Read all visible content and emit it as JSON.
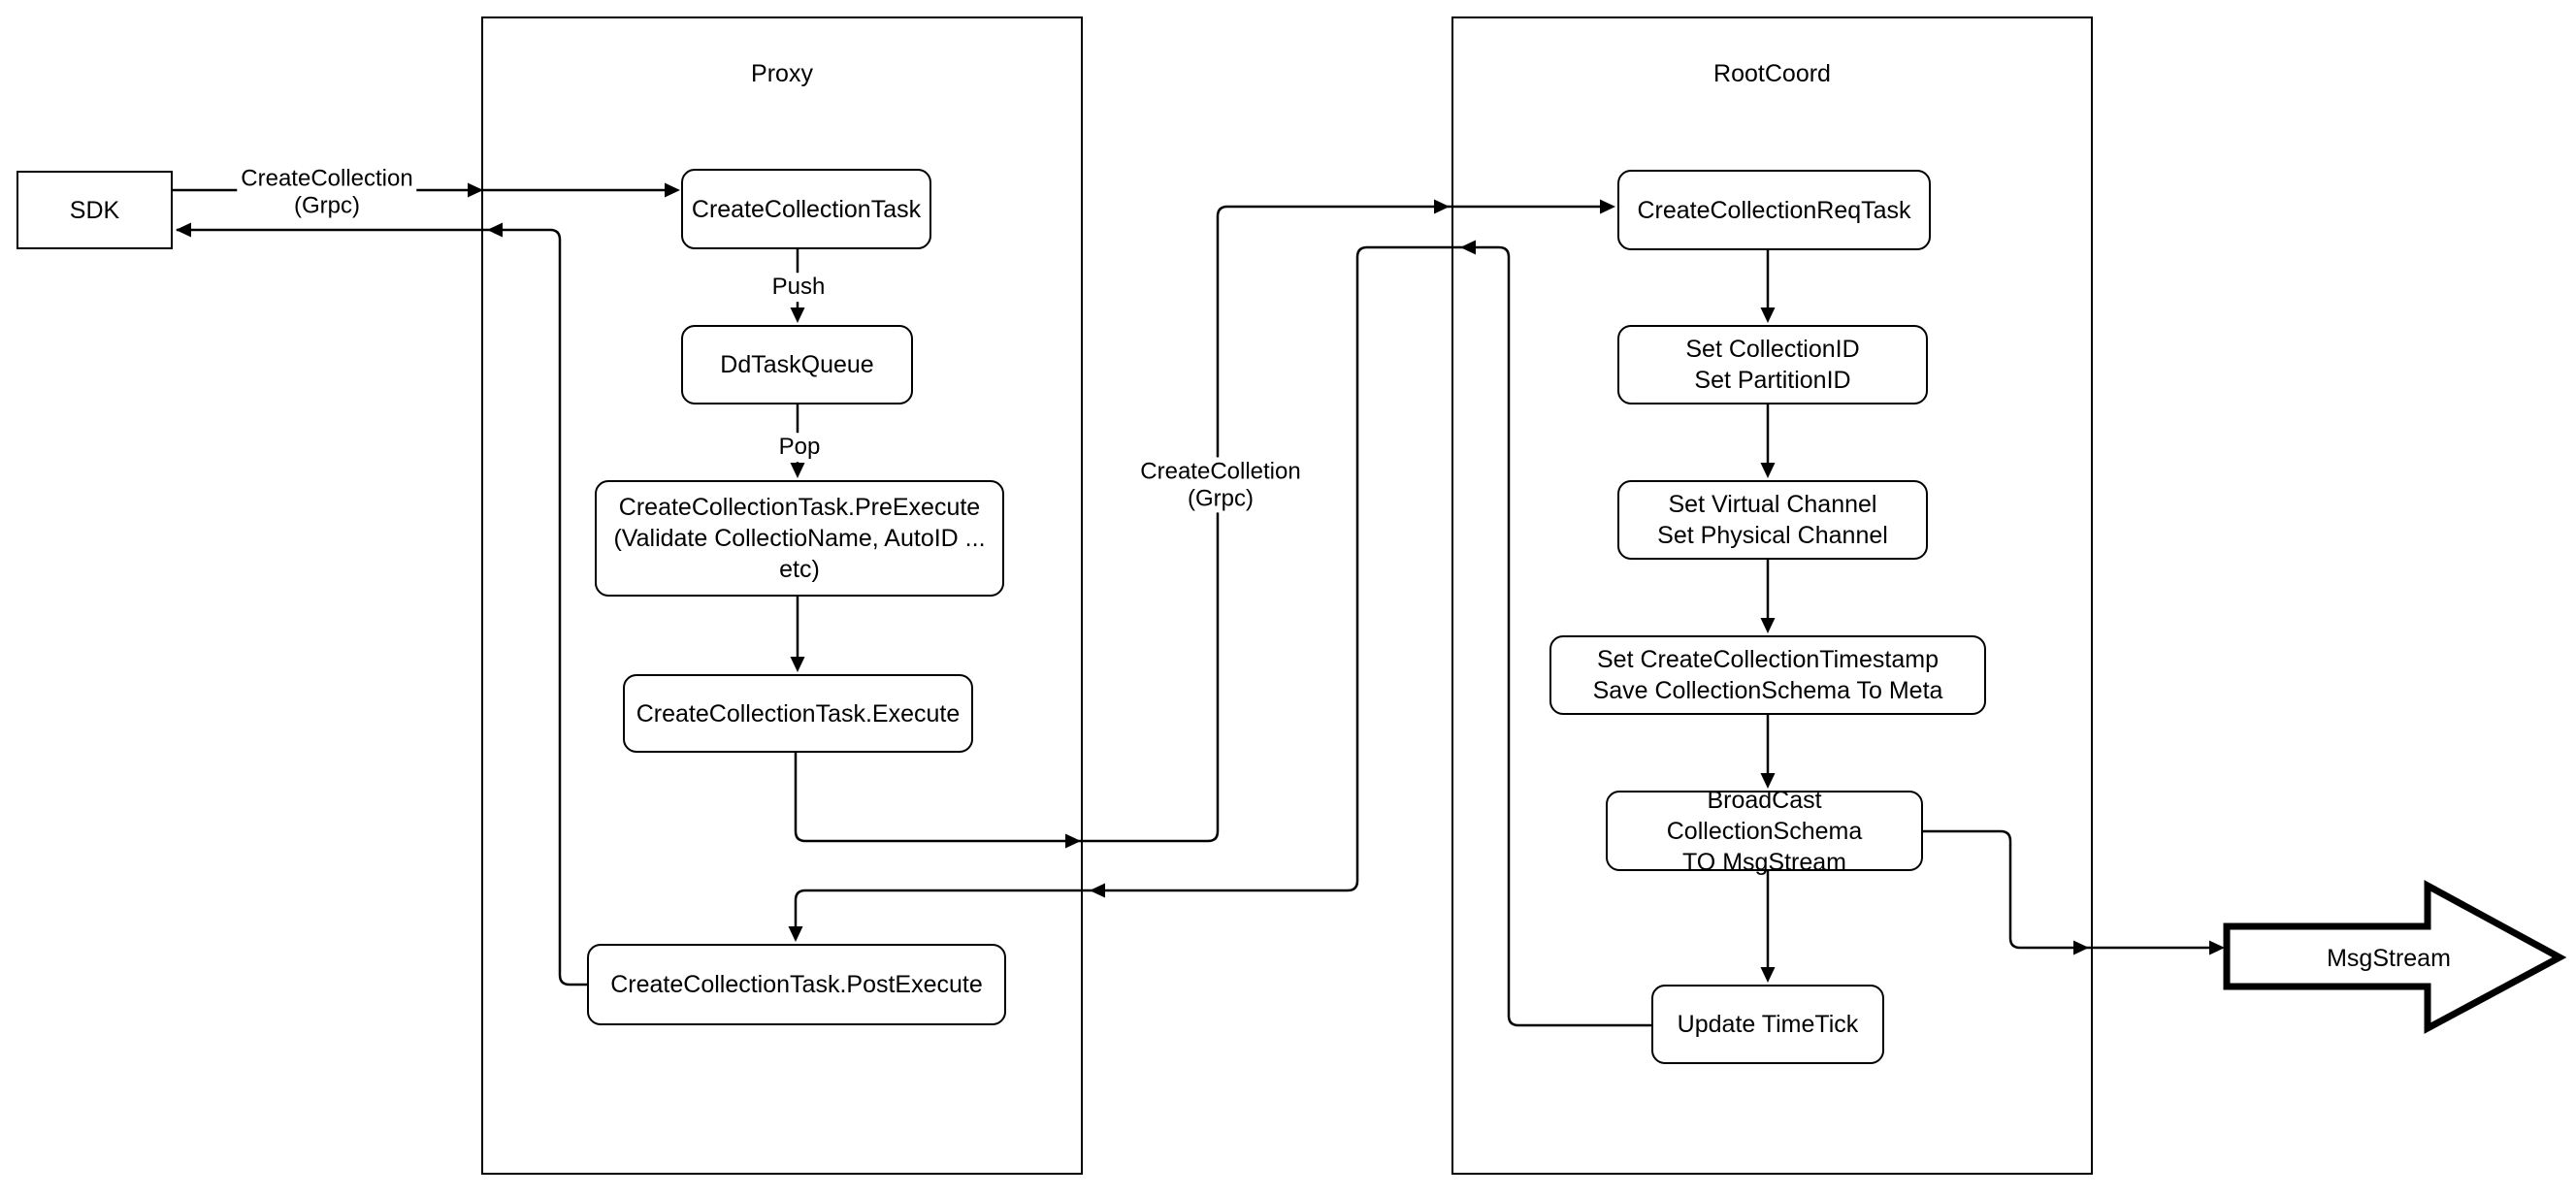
{
  "diagram": {
    "sdk": {
      "label": "SDK"
    },
    "proxy": {
      "title": "Proxy",
      "nodes": {
        "create_collection_task": "CreateCollectionTask",
        "dd_task_queue": "DdTaskQueue",
        "pre_execute": "CreateCollectionTask.PreExecute\n(Validate CollectioName, AutoID ... etc)",
        "execute": "CreateCollectionTask.Execute",
        "post_execute": "CreateCollectionTask.PostExecute"
      },
      "edge_labels": {
        "push": "Push",
        "pop": "Pop"
      }
    },
    "rootcoord": {
      "title": "RootCoord",
      "nodes": {
        "req_task": "CreateCollectionReqTask",
        "set_ids": "Set CollectionID\nSet PartitionID",
        "set_channels": "Set Virtual Channel\nSet Physical Channel",
        "set_timestamp": "Set CreateCollectionTimestamp\nSave CollectionSchema To Meta",
        "broadcast": "BroadCast CollectionSchema\nTO MsgStream",
        "update_timetick": "Update TimeTick"
      }
    },
    "msgstream": {
      "label": "MsgStream"
    },
    "edge_labels": {
      "sdk_grpc_call": "CreateCollection\n(Grpc)",
      "proxy_grpc_call": "CreateColletion\n(Grpc)"
    },
    "colors": {
      "stroke": "#000000",
      "fill": "#ffffff"
    }
  }
}
